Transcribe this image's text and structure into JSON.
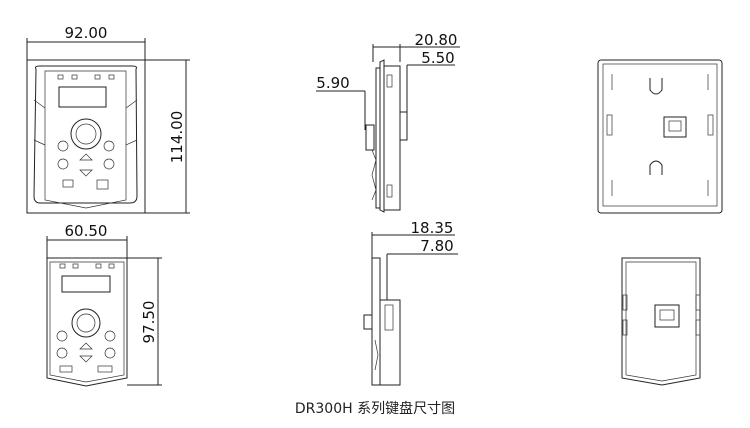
{
  "caption": "DR300H 系列键盘尺寸图",
  "views": {
    "large_front": {
      "width": "92.00",
      "height": "114.00"
    },
    "small_front": {
      "width": "60.50",
      "height": "97.50"
    },
    "large_side": {
      "depth": "20.80",
      "offset_right": "5.50",
      "offset_left": "5.90"
    },
    "small_side": {
      "depth": "18.35",
      "offset_right": "7.80"
    }
  }
}
